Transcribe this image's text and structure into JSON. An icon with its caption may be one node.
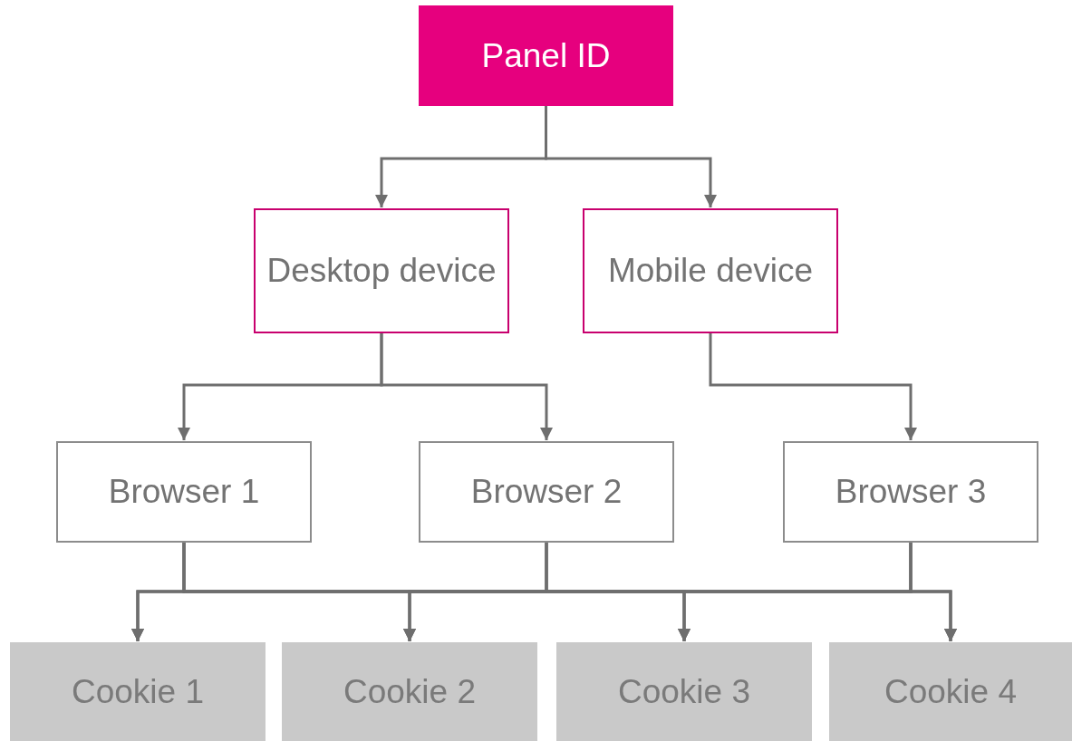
{
  "diagram": {
    "nodes": [
      {
        "text": [
          "Panel ID"
        ]
      },
      {
        "text": [
          "Desktop device"
        ]
      },
      {
        "text": [
          "Mobile device"
        ]
      },
      {
        "text": [
          "Browser 1"
        ]
      },
      {
        "text": [
          "Browser 2"
        ]
      },
      {
        "text": [
          "Browser 3"
        ]
      },
      {
        "text": [
          "Cookie 1"
        ]
      },
      {
        "text": [
          "Cookie 2"
        ]
      },
      {
        "text": [
          "Cookie 3"
        ]
      },
      {
        "text": [
          "Cookie 4"
        ]
      }
    ],
    "edges": [
      {
        "from": 0,
        "to": 1,
        "arrow": "to"
      },
      {
        "from": 0,
        "to": 2,
        "arrow": "to"
      },
      {
        "from": 1,
        "to": 3,
        "arrow": "to"
      },
      {
        "from": 1,
        "to": 4,
        "arrow": "to"
      },
      {
        "from": 2,
        "to": 5,
        "arrow": "to"
      },
      {
        "from": 3,
        "to": 6,
        "arrow": "to"
      },
      {
        "from": 3,
        "to": 7,
        "arrow": "to"
      },
      {
        "from": 3,
        "to": 8,
        "arrow": "to"
      },
      {
        "from": 3,
        "to": 9,
        "arrow": "to"
      },
      {
        "from": 4,
        "to": 6,
        "arrow": "to"
      },
      {
        "from": 4,
        "to": 7,
        "arrow": "to"
      },
      {
        "from": 4,
        "to": 8,
        "arrow": "to"
      },
      {
        "from": 4,
        "to": 9,
        "arrow": "to"
      },
      {
        "from": 5,
        "to": 6,
        "arrow": "to"
      },
      {
        "from": 5,
        "to": 7,
        "arrow": "to"
      },
      {
        "from": 5,
        "to": 8,
        "arrow": "to"
      },
      {
        "from": 5,
        "to": 9,
        "arrow": "to"
      }
    ]
  }
}
